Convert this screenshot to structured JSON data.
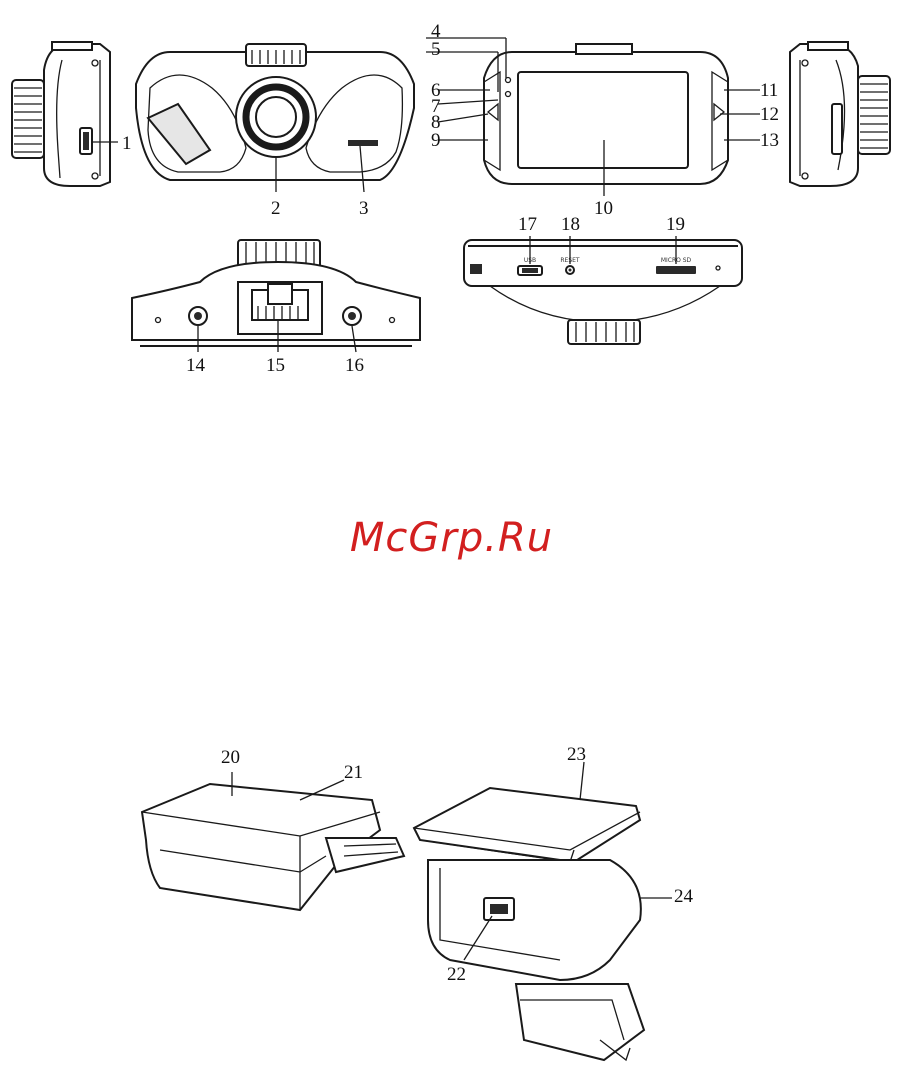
{
  "watermark": "McGrp.Ru",
  "callouts": {
    "c1": "1",
    "c2": "2",
    "c3": "3",
    "c4": "4",
    "c5": "5",
    "c6": "6",
    "c7": "7",
    "c8": "8",
    "c9": "9",
    "c10": "10",
    "c11": "11",
    "c12": "12",
    "c13": "13",
    "c14": "14",
    "c15": "15",
    "c16": "16",
    "c17": "17",
    "c18": "18",
    "c19": "19",
    "c20": "20",
    "c21": "21",
    "c22": "22",
    "c23": "23",
    "c24": "24"
  },
  "port_labels": {
    "usb": "USB",
    "reset": "RESET",
    "microsd": "MICRO SD"
  }
}
